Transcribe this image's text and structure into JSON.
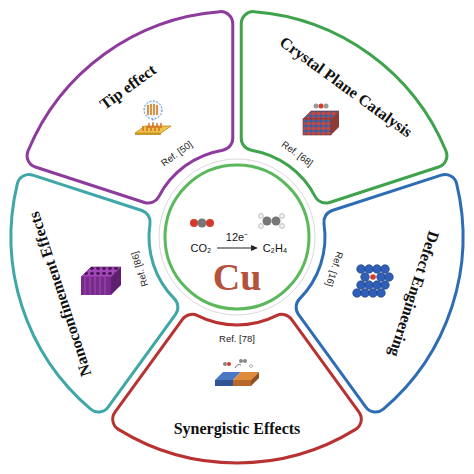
{
  "diagram": {
    "nodes": [
      {
        "text": [
          "Tip effect",
          "Ref. [50]"
        ]
      },
      {
        "text": [
          "Crystal Plane Catalysis",
          "Ref. [68]"
        ]
      },
      {
        "text": [
          "Defect Engineering",
          "Ref. [16]"
        ]
      },
      {
        "text": [
          "Synergistic Effects",
          "Ref. [78]"
        ]
      },
      {
        "text": [
          "Nanoconfinement Effects",
          "Ref. [86]"
        ]
      },
      {
        "text": [
          "CO₂",
          "12e⁻",
          "C₂H₄",
          "Cu"
        ]
      }
    ]
  }
}
